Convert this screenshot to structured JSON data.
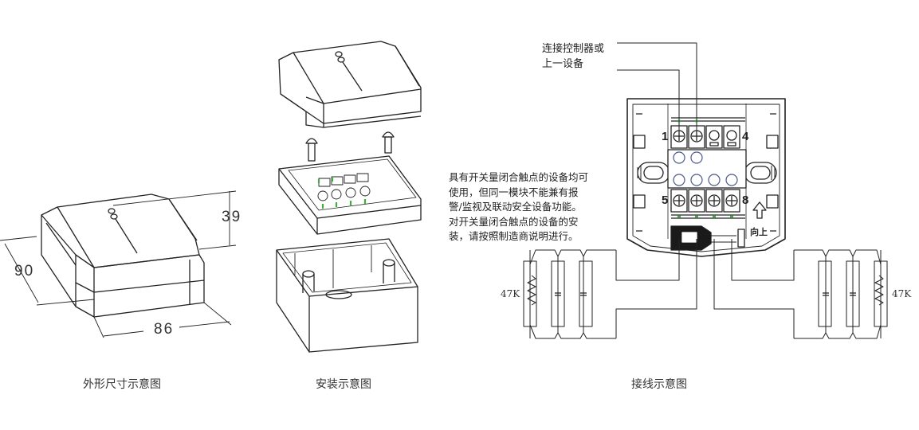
{
  "captions": {
    "dimensions": "外形尺寸示意图",
    "installation": "安装示意图",
    "wiring": "接线示意图"
  },
  "dimensions": {
    "height": "39",
    "depth": "90",
    "width": "86"
  },
  "wiring": {
    "connect_label_line1": "连接控制器或",
    "connect_label_line2": "上一设备",
    "note_lines": [
      "具有开关量闭合触点的设备均可",
      "使用，但同一模块不能兼有报",
      "警/监视及联动安全设备功能。",
      "对开关量闭合触点的设备的安",
      "装，请按照制造商说明进行。"
    ],
    "terminal_labels": {
      "t1": "1",
      "t4": "4",
      "t5": "5",
      "t8": "8"
    },
    "up_arrow_label": "向上",
    "resistor_left": "47K",
    "resistor_right": "47K"
  },
  "colors": {
    "line": "#222222",
    "terminal_green": "#3fae3f",
    "knockout": "#4a5a8a"
  }
}
